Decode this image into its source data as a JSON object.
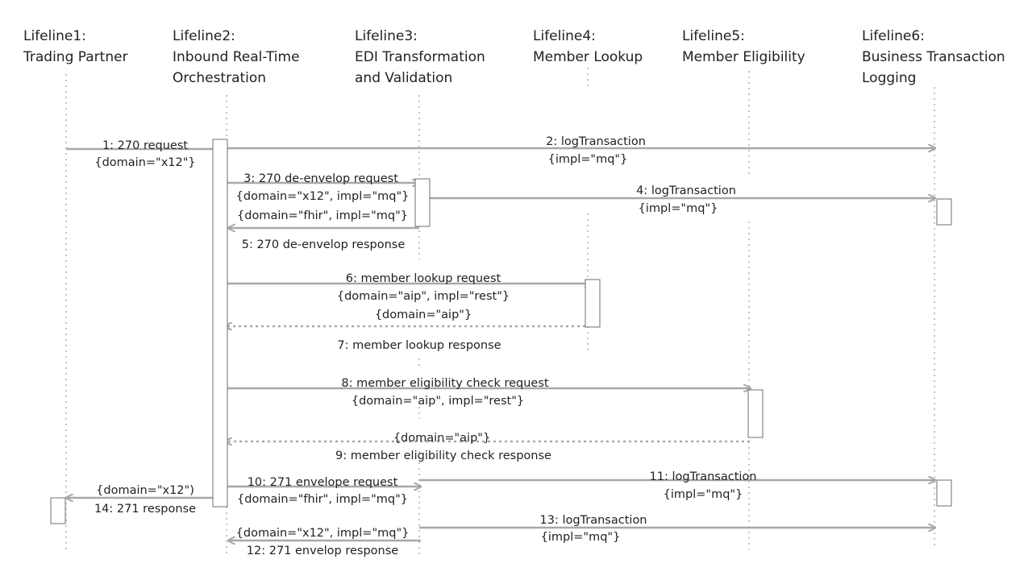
{
  "lifelines": [
    {
      "id": "L1",
      "title": [
        "Lifeline1:",
        "Trading Partner"
      ]
    },
    {
      "id": "L2",
      "title": [
        "Lifeline2:",
        "Inbound Real-Time",
        "Orchestration"
      ]
    },
    {
      "id": "L3",
      "title": [
        "Lifeline3:",
        "EDI Transformation",
        "and Validation"
      ]
    },
    {
      "id": "L4",
      "title": [
        "Lifeline4:",
        "Member Lookup"
      ]
    },
    {
      "id": "L5",
      "title": [
        "Lifeline5:",
        "Member Eligibility"
      ]
    },
    {
      "id": "L6",
      "title": [
        "Lifeline6:",
        "Business Transaction",
        "Logging"
      ]
    }
  ],
  "messages": [
    {
      "from": "L1",
      "to": "L2",
      "style": "solid",
      "labels": [
        "1: 270 request",
        "{domain=\"x12\"}"
      ]
    },
    {
      "from": "L2",
      "to": "L6",
      "style": "solid",
      "labels": [
        "2: logTransaction",
        "{impl=\"mq\"}"
      ]
    },
    {
      "from": "L2",
      "to": "L3",
      "style": "solid",
      "labels": [
        "3: 270 de-envelop request",
        "{domain=\"x12\", impl=\"mq\"}"
      ]
    },
    {
      "from": "L3",
      "to": "L6",
      "style": "solid",
      "labels": [
        "4: logTransaction",
        "{impl=\"mq\"}"
      ]
    },
    {
      "from": "L3",
      "to": "L2",
      "style": "solid",
      "labels": [
        "{domain=\"fhir\", impl=\"mq\"}",
        "5: 270 de-envelop response"
      ]
    },
    {
      "from": "L2",
      "to": "L4",
      "style": "solid",
      "labels": [
        "6: member lookup request",
        "{domain=\"aip\", impl=\"rest\"}"
      ]
    },
    {
      "from": "L4",
      "to": "L2",
      "style": "dashed",
      "labels": [
        "{domain=\"aip\"}",
        "7: member lookup response"
      ]
    },
    {
      "from": "L2",
      "to": "L5",
      "style": "solid",
      "labels": [
        "8: member eligibility check request",
        "{domain=\"aip\", impl=\"rest\"}"
      ]
    },
    {
      "from": "L5",
      "to": "L2",
      "style": "dashed",
      "labels": [
        "{domain=\"aip\"}",
        "9: member eligibility check response"
      ]
    },
    {
      "from": "L2",
      "to": "L3",
      "style": "solid",
      "labels": [
        "10: 271 envelope request",
        "{domain=\"fhir\", impl=\"mq\"}"
      ]
    },
    {
      "from": "L3",
      "to": "L6",
      "style": "solid",
      "labels": [
        "11: logTransaction",
        "{impl=\"mq\"}"
      ]
    },
    {
      "from": "L3",
      "to": "L2",
      "style": "solid",
      "labels": [
        "{domain=\"x12\", impl=\"mq\"}",
        "12: 271 envelop response"
      ]
    },
    {
      "from": "L3",
      "to": "L6",
      "style": "solid",
      "labels": [
        "13: logTransaction",
        "{impl=\"mq\"}"
      ]
    },
    {
      "from": "L2",
      "to": "L1",
      "style": "solid",
      "labels": [
        "{domain=\"x12\")",
        "14: 271 response"
      ]
    }
  ]
}
